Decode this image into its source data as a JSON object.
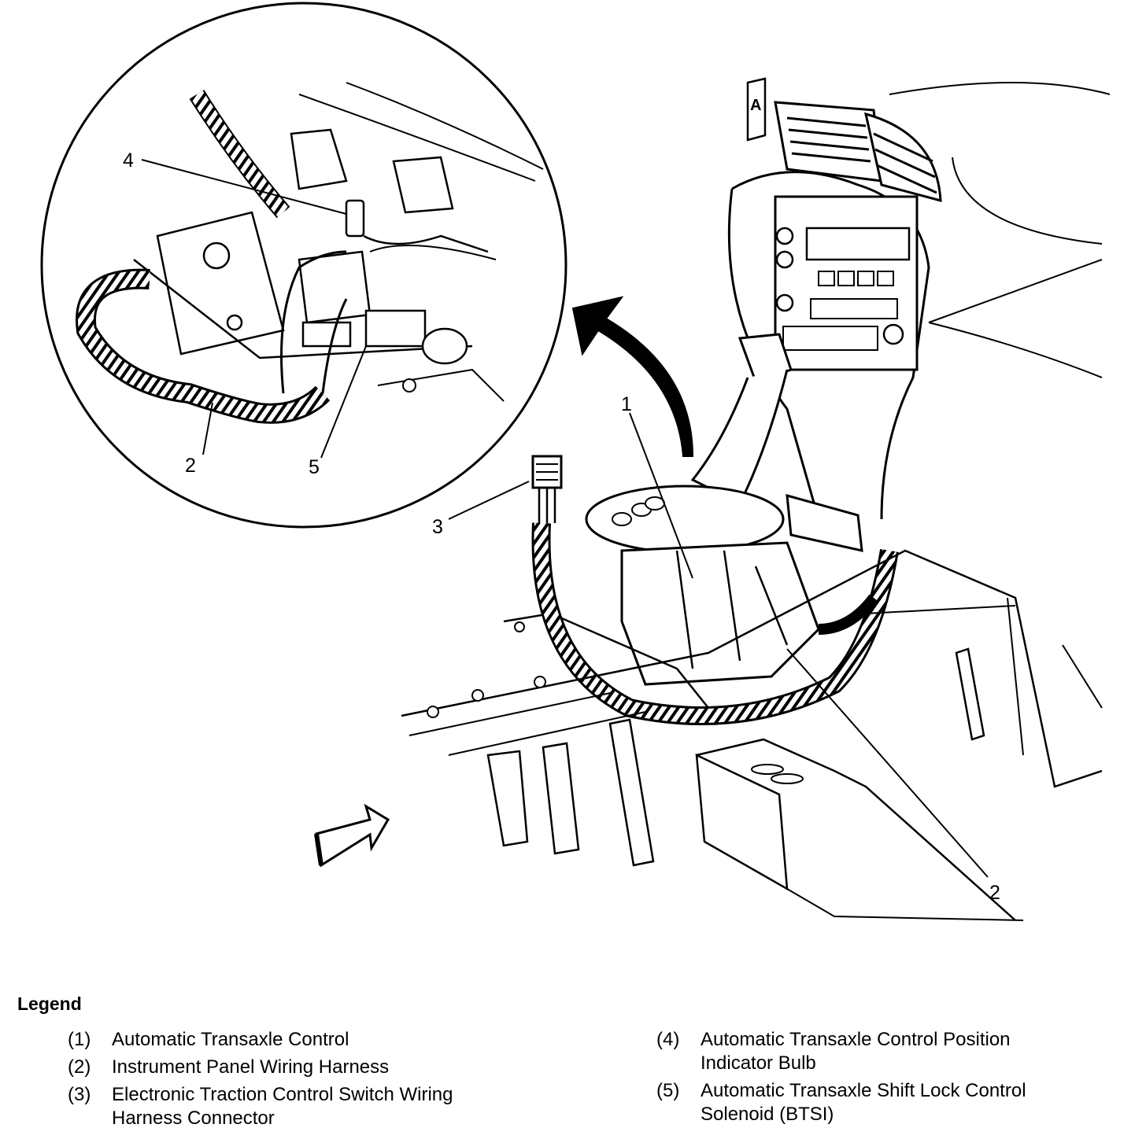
{
  "callouts": [
    {
      "id": "c1",
      "label": "1"
    },
    {
      "id": "c2a",
      "label": "2"
    },
    {
      "id": "c2b",
      "label": "2"
    },
    {
      "id": "c3",
      "label": "3"
    },
    {
      "id": "c4",
      "label": "4"
    },
    {
      "id": "c5",
      "label": "5"
    }
  ],
  "vent_badge": "A",
  "legend": {
    "title": "Legend",
    "items_left": [
      {
        "num": "(1)",
        "text": "Automatic Transaxle Control"
      },
      {
        "num": "(2)",
        "text": "Instrument Panel Wiring Harness"
      },
      {
        "num": "(3)",
        "text": "Electronic Traction Control Switch Wiring\nHarness Connector"
      }
    ],
    "items_right": [
      {
        "num": "(4)",
        "text": "Automatic Transaxle Control Position\nIndicator Bulb"
      },
      {
        "num": "(5)",
        "text": "Automatic Transaxle Shift Lock Control\nSolenoid (BTSI)"
      }
    ]
  }
}
